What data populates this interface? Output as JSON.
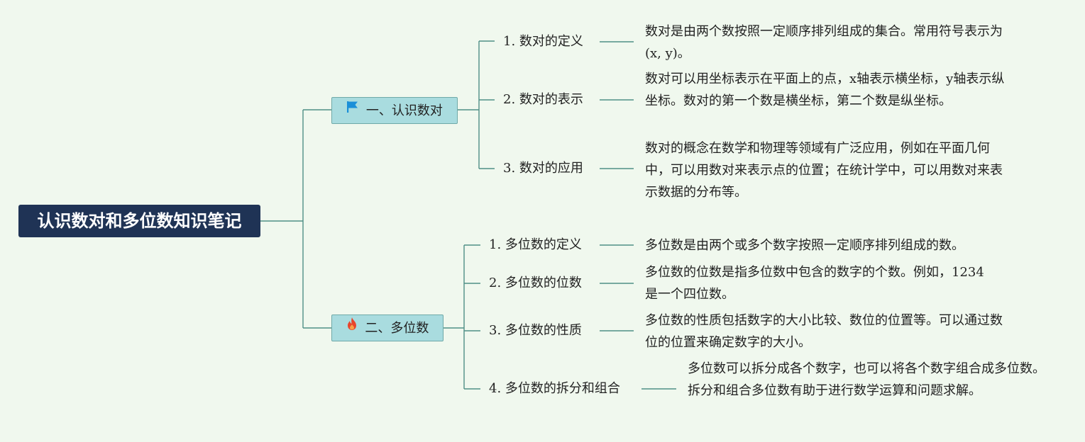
{
  "root": {
    "title": "认识数对和多位数知识笔记"
  },
  "branches": [
    {
      "label": "一、认识数对",
      "icon": "flag-icon",
      "icon_color": "#1a8fd8",
      "items": [
        {
          "label": "1. 数对的定义",
          "desc": "数对是由两个数按照一定顺序排列组成的集合。常用符号表示为(x, y)。"
        },
        {
          "label": "2. 数对的表示",
          "desc": "数对可以用坐标表示在平面上的点，x轴表示横坐标，y轴表示纵坐标。数对的第一个数是横坐标，第二个数是纵坐标。"
        },
        {
          "label": "3. 数对的应用",
          "desc": "数对的概念在数学和物理等领域有广泛应用，例如在平面几何中，可以用数对来表示点的位置；在统计学中，可以用数对来表示数据的分布等。"
        }
      ]
    },
    {
      "label": "二、多位数",
      "icon": "fire-icon",
      "icon_color": "#e8452c",
      "items": [
        {
          "label": "1. 多位数的定义",
          "desc": "多位数是由两个或多个数字按照一定顺序排列组成的数。"
        },
        {
          "label": "2. 多位数的位数",
          "desc": "多位数的位数是指多位数中包含的数字的个数。例如，1234是一个四位数。"
        },
        {
          "label": "3. 多位数的性质",
          "desc": "多位数的性质包括数字的大小比较、数位的位置等。可以通过数位的位置来确定数字的大小。"
        },
        {
          "label": "4. 多位数的拆分和组合",
          "desc": "多位数可以拆分成各个数字，也可以将各个数字组合成多位数。拆分和组合多位数有助于进行数学运算和问题求解。"
        }
      ]
    }
  ],
  "colors": {
    "background": "#f0f8ee",
    "root_fill": "#1f3355",
    "branch_fill": "#a9dcdf",
    "connector": "#4f8f86"
  }
}
